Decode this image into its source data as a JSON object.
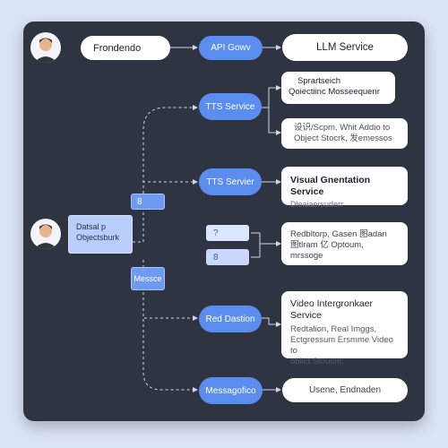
{
  "nodes": {
    "frontend": "Frondendo",
    "api_gateway": "API Gowv",
    "llm_service": "LLM Service",
    "tts_service": "TTS Service",
    "tts_service_2": "TTS Servier",
    "red_dashboard": "Red Dastion",
    "messagofico": "Messagofico",
    "detail_box": [
      "Datsal p",
      "Objectsburk"
    ],
    "badge_8_top": "8",
    "message_box": "Messce",
    "small_q": "?",
    "small_8": "8"
  },
  "cards": {
    "llm_response": {
      "line1": "Sprartseich",
      "line2": "Qoiectiinc Mosseequenr"
    },
    "tts_output": {
      "line1": "设识/Scpm, Whit Addio to",
      "line2": "Object Stocrk, 发emessos"
    },
    "visual_generation": {
      "title": "Visual Gnentation Service",
      "sub": "Dleaiaersuderr"
    },
    "redbutorp": {
      "line1": "Redbltorp, Gasen 图adan",
      "line2": "图tlram 亿 Optoum,",
      "line3": "mrssoge"
    },
    "video_integration": {
      "title": "Video Intergronkaer Service",
      "line1": "Redtalion, Real Imggs,",
      "line2": "Ectgressum Ersmme Video to",
      "line3": "oblict Stoucm,"
    },
    "users_endnaden": "Usene, Endnaden"
  }
}
